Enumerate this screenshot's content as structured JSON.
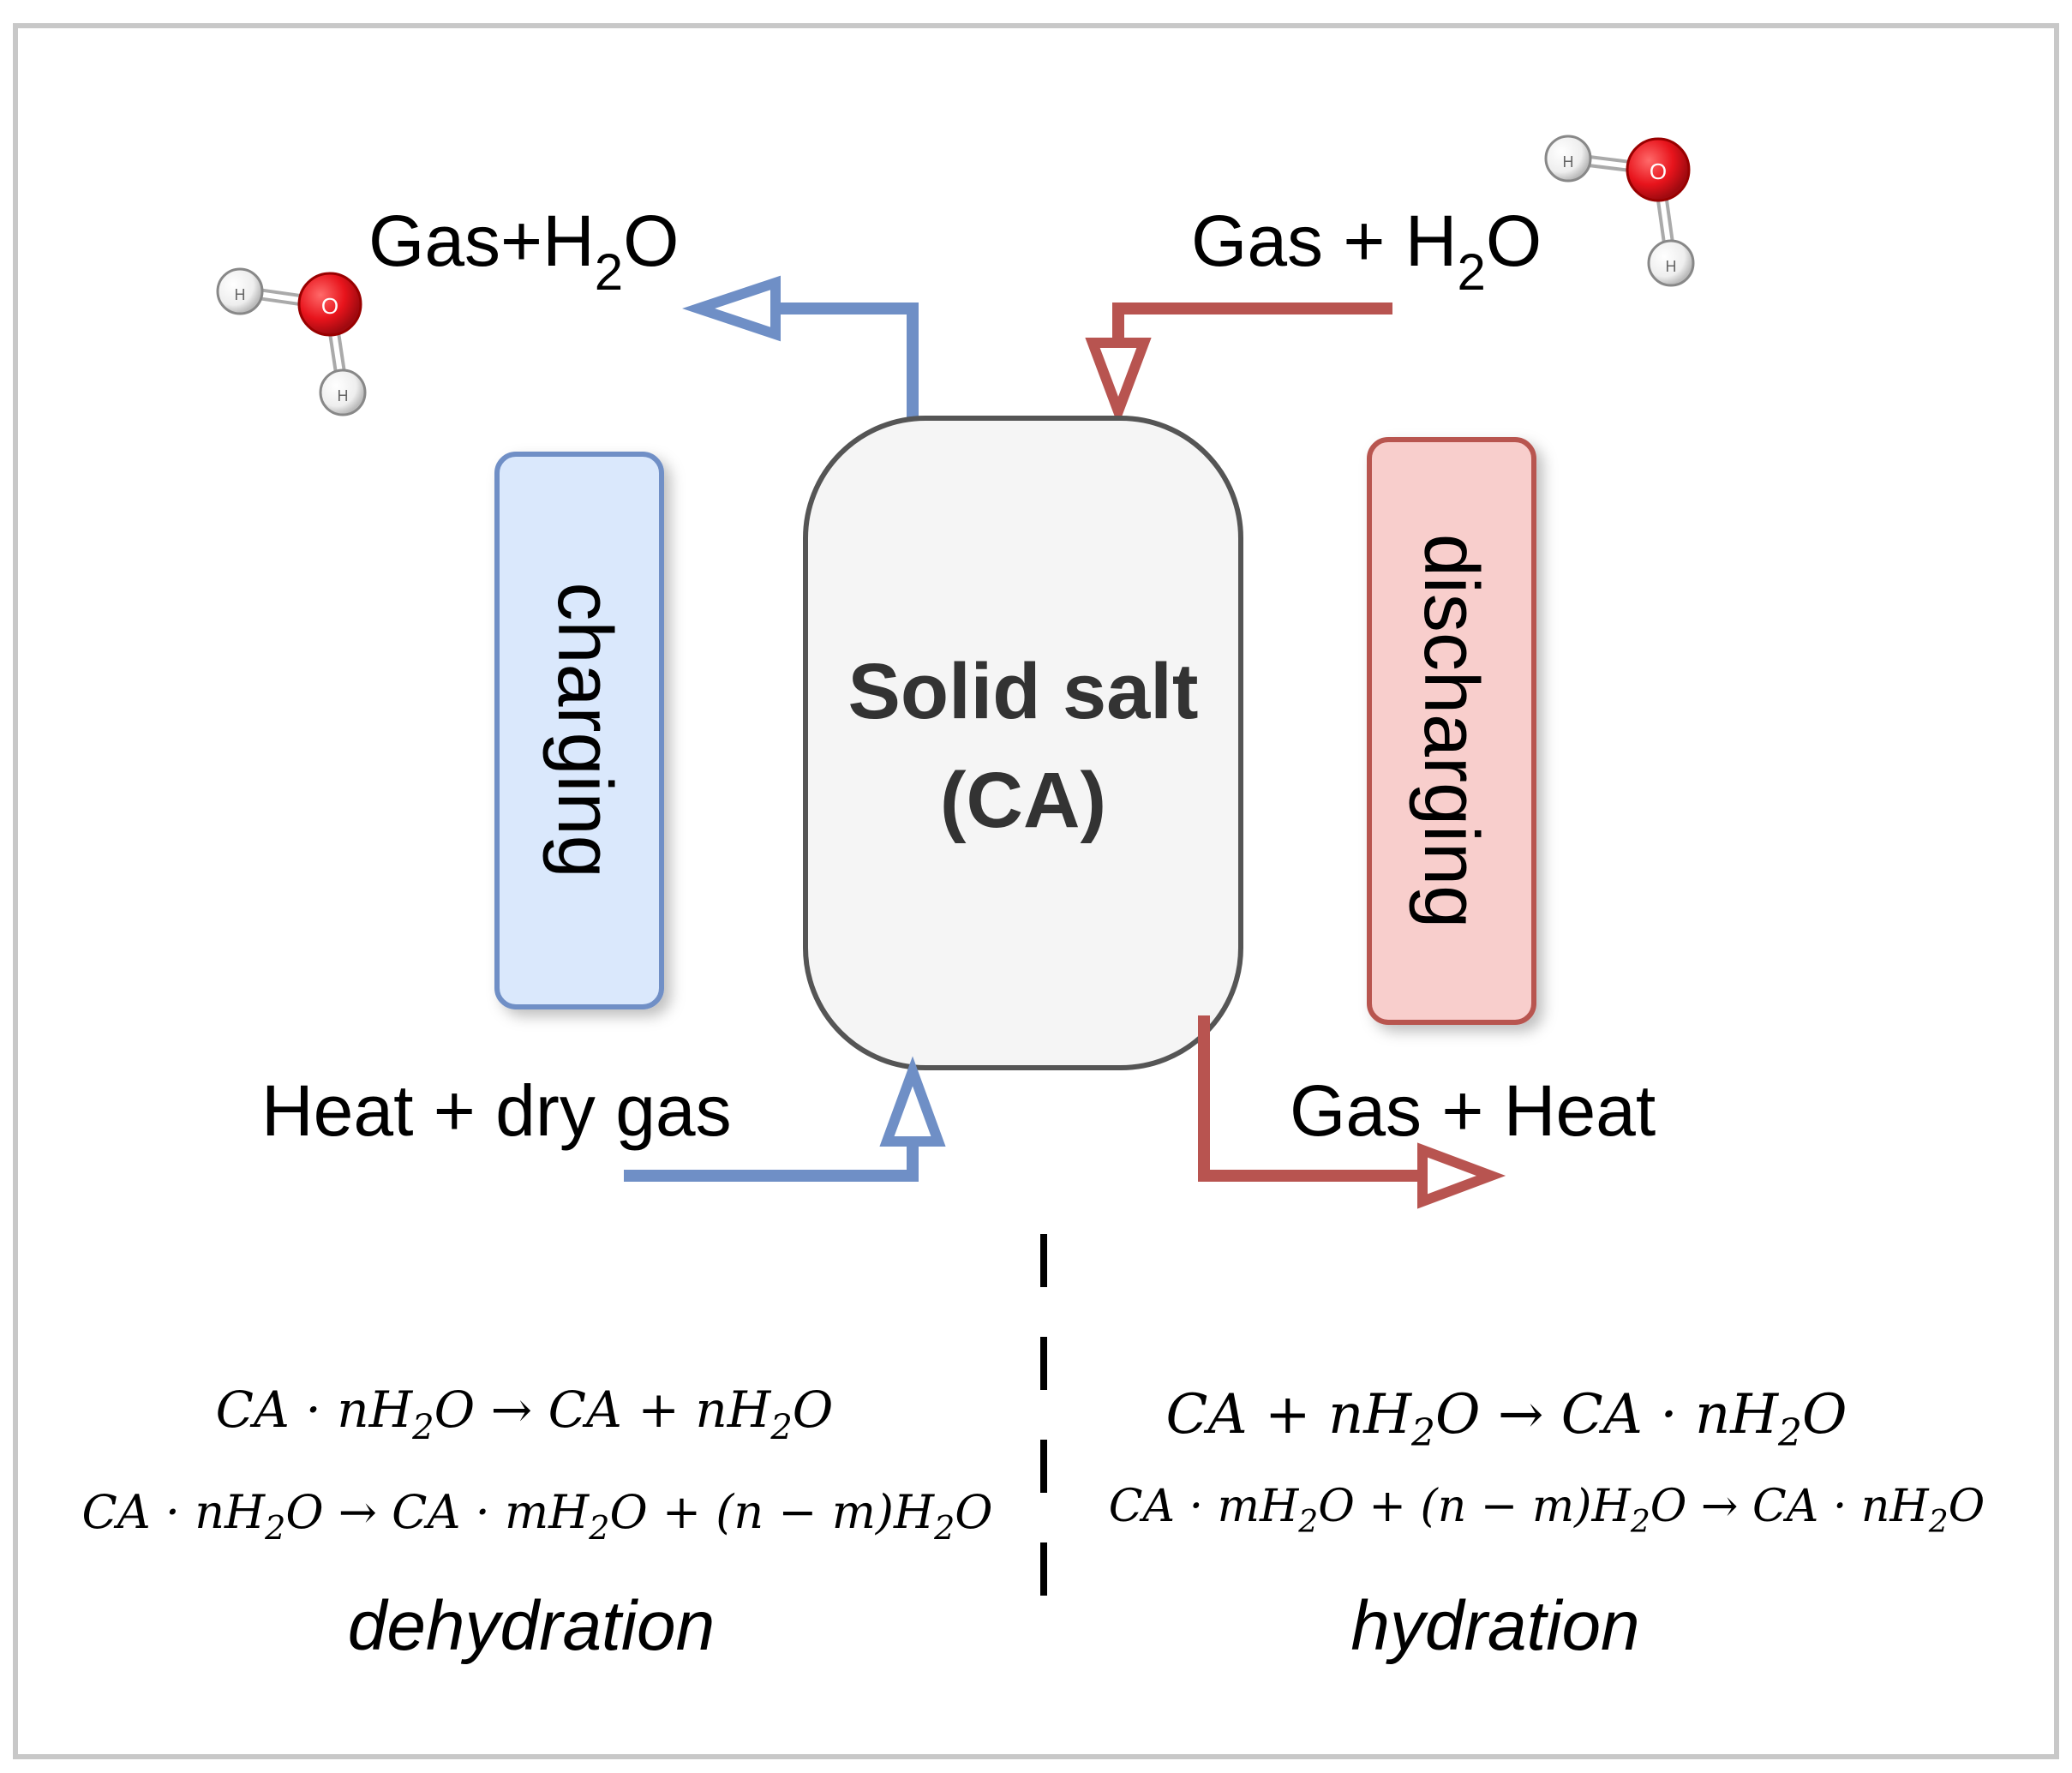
{
  "labels": {
    "top_left": {
      "main": "Gas+H",
      "sub": "2",
      "end": "O"
    },
    "top_right": {
      "main": "Gas + H",
      "sub": "2",
      "end": "O"
    },
    "bottom_left": "Heat + dry gas",
    "bottom_right": "Gas + Heat",
    "charging": "charging",
    "discharging": "discharging",
    "salt_line1": "Solid salt",
    "salt_line2": "(CA)",
    "atom_oxygen": "O",
    "atom_hydrogen": "H"
  },
  "equations": {
    "dehydration": [
      {
        "a": "CA · nH",
        "b": "O → CA + nH",
        "c": "O"
      },
      {
        "a": "CA · nH",
        "b": "O → CA · mH",
        "c": "O + (n − m)H",
        "d": "O"
      }
    ],
    "hydration": [
      {
        "a": "CA + nH",
        "b": "O → CA · nH",
        "c": "O"
      },
      {
        "a": "CA · mH",
        "b": "O + (n − m)H",
        "c": "O → CA · nH",
        "d": "O"
      }
    ],
    "subscript": "2"
  },
  "captions": {
    "left": "dehydration",
    "right": "hydration"
  },
  "colors": {
    "charging_stroke": "#6f8fc6",
    "charging_fill": "#dae8fc",
    "discharging_stroke": "#b85450",
    "discharging_fill": "#f8cecc",
    "salt_fill": "#f5f5f5",
    "salt_stroke": "#555555",
    "oxygen": "#e8141c"
  }
}
